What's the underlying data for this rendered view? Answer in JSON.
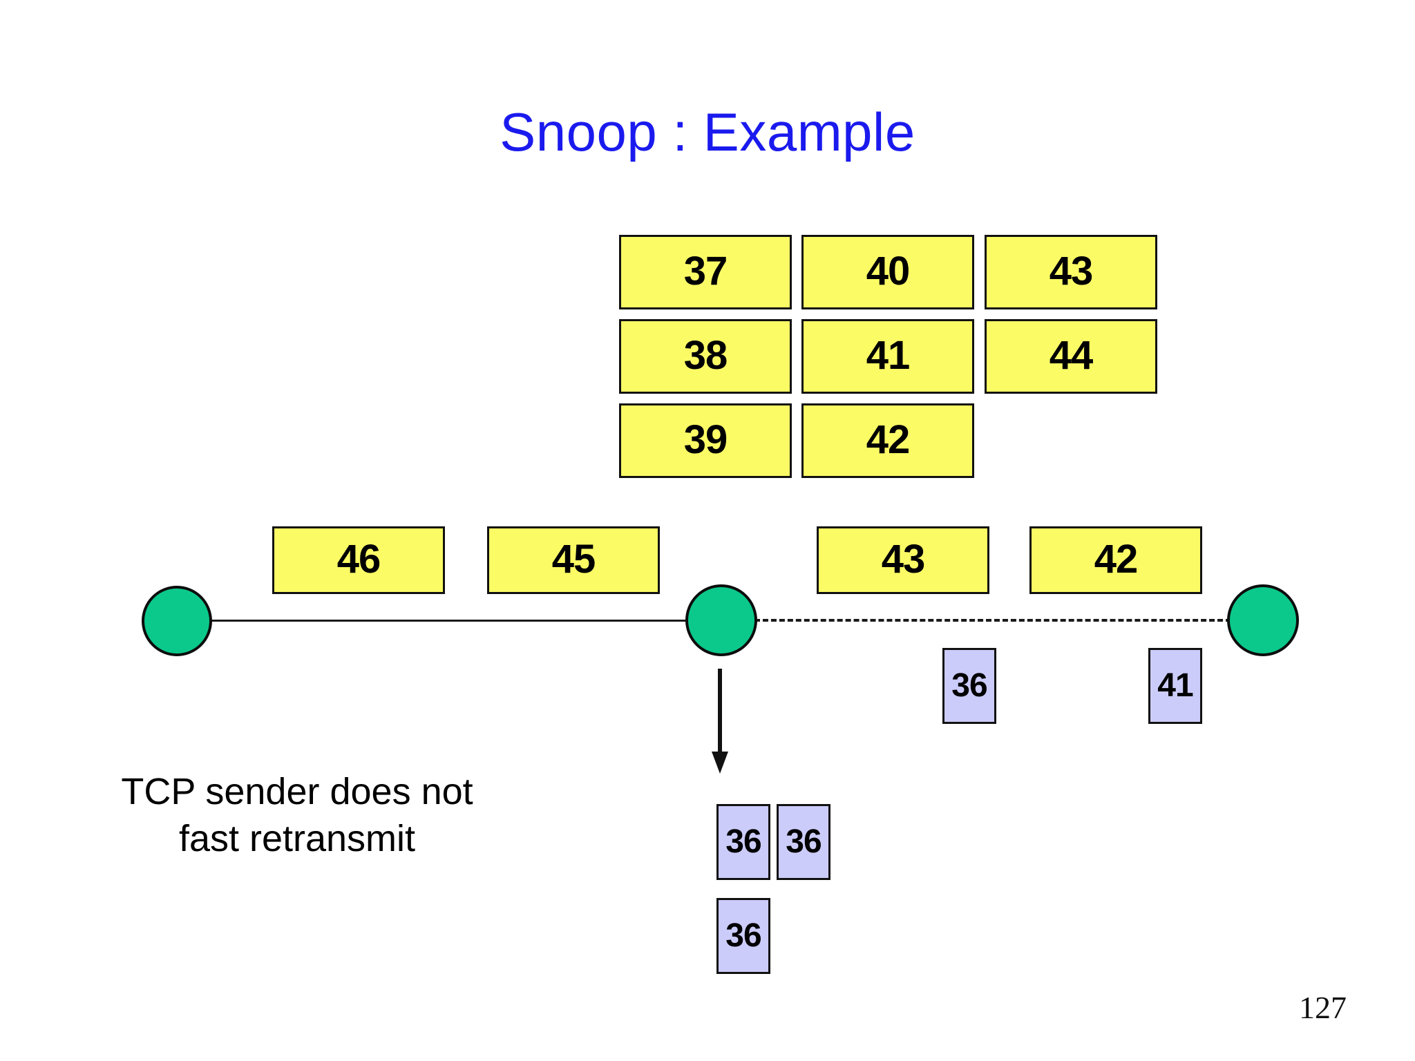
{
  "slide": {
    "title": "Snoop : Example",
    "page_number": "127",
    "background_color": "#ffffff",
    "title_color": "#1a1aee"
  },
  "colors": {
    "packet_fill": "#fbfb66",
    "packet_stroke": "#111111",
    "ack_fill": "#ccccfa",
    "ack_stroke": "#111111",
    "node_fill": "#0bc98b",
    "node_stroke": "#0d0d0d",
    "link": "#1a1a1a"
  },
  "packet_queue": {
    "description": "sender transmit queue",
    "rows": [
      {
        "cells": [
          "37",
          "40",
          "43"
        ]
      },
      {
        "cells": [
          "38",
          "41",
          "44"
        ]
      },
      {
        "cells": [
          "39",
          "42"
        ]
      }
    ]
  },
  "in_flight": {
    "wired_link_packets": [
      "46",
      "45"
    ],
    "wireless_link_packets": [
      "43",
      "42"
    ]
  },
  "acks": {
    "wireless_acks": [
      "36",
      "41"
    ],
    "sender_dup_acks_row1": [
      "36",
      "36"
    ],
    "sender_dup_acks_row2": [
      "36"
    ]
  },
  "nodes": [
    {
      "name": "tcp-sender"
    },
    {
      "name": "base-station"
    },
    {
      "name": "mobile-host"
    }
  ],
  "links": [
    {
      "name": "wired-link",
      "style": "solid"
    },
    {
      "name": "wireless-link",
      "style": "dashed"
    }
  ],
  "caption": {
    "text": "TCP sender does not\nfast retransmit"
  }
}
